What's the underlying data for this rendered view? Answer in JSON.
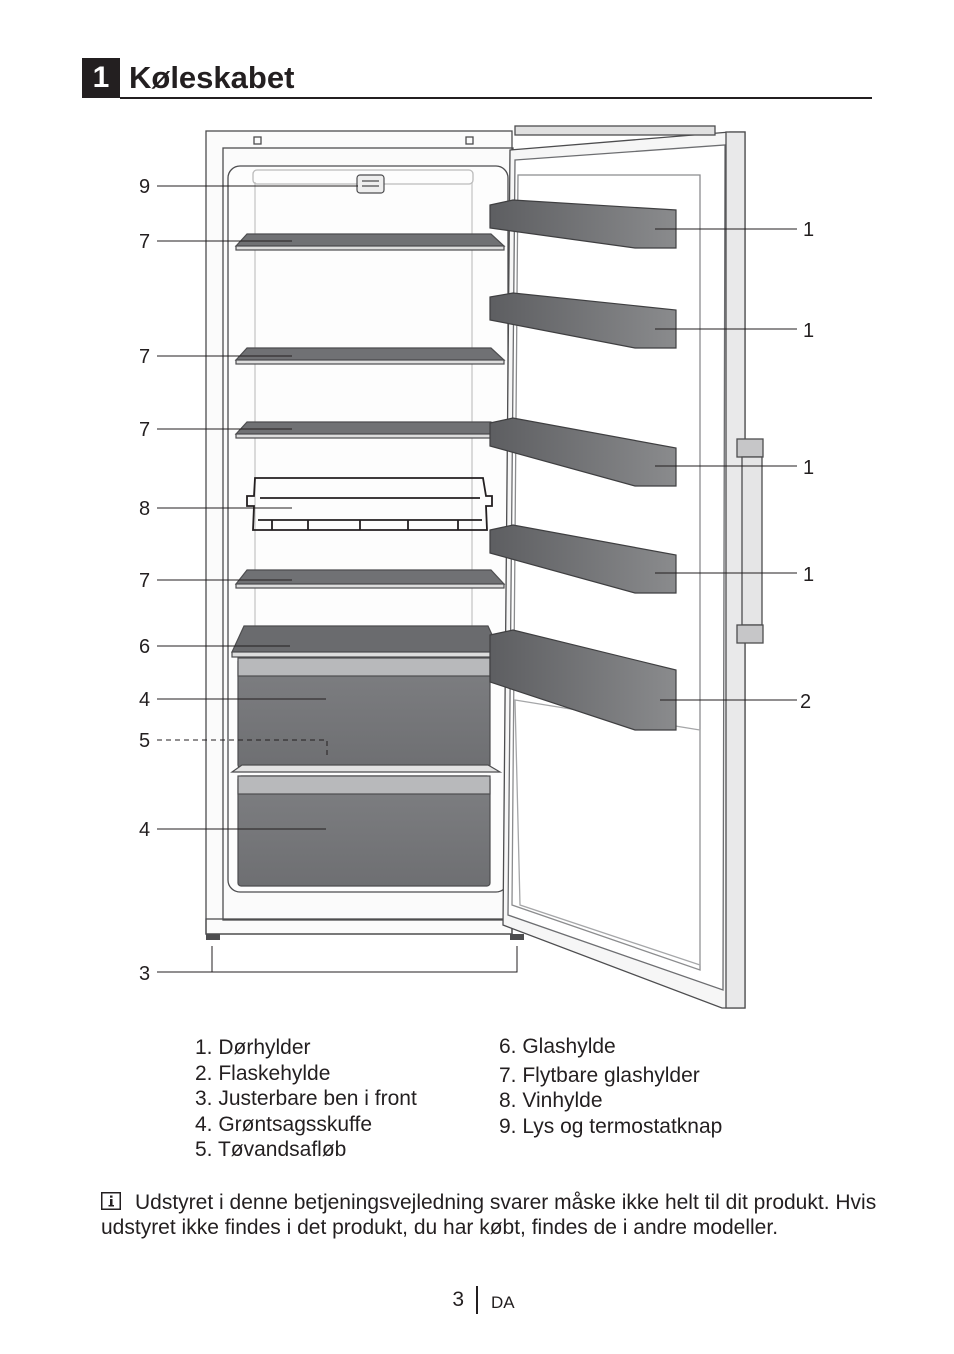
{
  "section": {
    "number": "1",
    "title": "Køleskabet"
  },
  "callouts": {
    "left": [
      "9",
      "7",
      "7",
      "7",
      "8",
      "7",
      "6",
      "4",
      "5",
      "4",
      "3"
    ],
    "right": [
      "1",
      "1",
      "1",
      "1",
      "2"
    ]
  },
  "legend": {
    "left": [
      "1. Dørhylder",
      "2. Flaskehylde",
      "3. Justerbare ben i front",
      "4. Grøntsagsskuffe",
      "5. Tøvandsafløb"
    ],
    "right": [
      "6. Glashylde",
      "7. Flytbare glashylder",
      "8. Vinhylde",
      "9. Lys og termostatknap"
    ]
  },
  "note": {
    "icon": "info-icon",
    "text": "Udstyret i denne betjeningsvejledning svarer måske ikke helt til dit produkt. Hvis udstyret ikke findes i det produkt, du har købt, findes de i andre modeller."
  },
  "footer": {
    "page": "3",
    "language": "DA"
  },
  "colors": {
    "text": "#231f20",
    "shelf_fill": "#6d6e71",
    "drawer_fill": "#7d7e80",
    "outline": "#4d4d4f"
  }
}
